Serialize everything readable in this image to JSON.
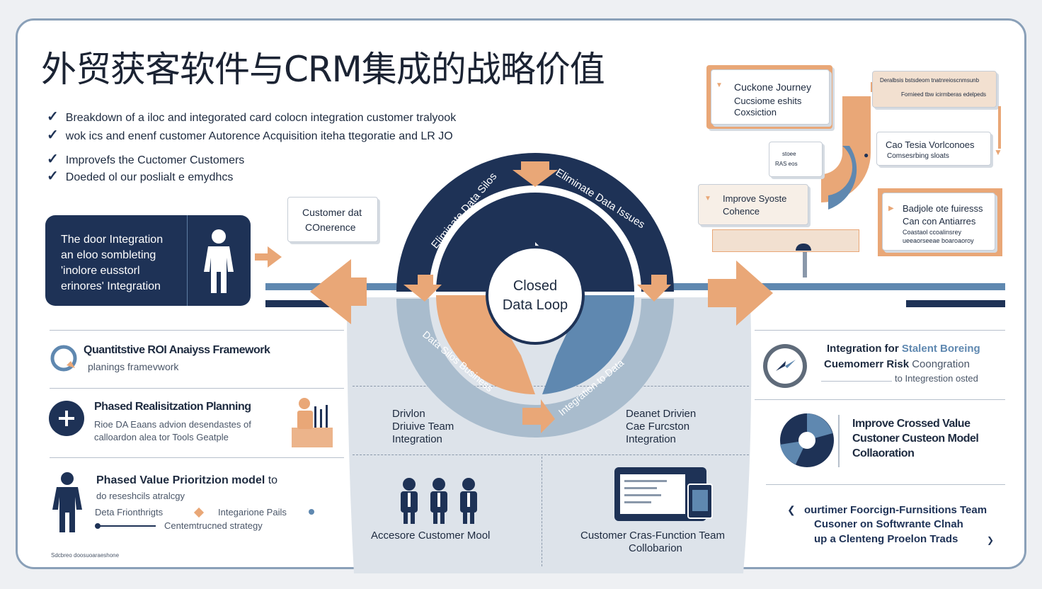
{
  "title": "外贸获客软件与CRM集成的战略价值",
  "checklist": [
    "Breakdown of a iloc and integorated card colocn integration customer tralyook",
    "wok ics and enenf customer Autorence Acquisition iteha ttegoratie and LR JO",
    "Improvefs the Cuctomer Customers",
    "Doeded ol our poslialt e emydhcs"
  ],
  "integration_box": {
    "lines": [
      "The door Integration",
      "an eloo sombleting",
      "'inolore eusstorl",
      "erinores' Integration"
    ]
  },
  "coherence_card": {
    "line1": "Customer dat",
    "line2": "COnerence"
  },
  "loop": {
    "center_line1": "Closed",
    "center_line2": "Data Loop",
    "arc_top_left": "Eliminate Data Silos",
    "arc_top_right": "Eliminate Data Issues",
    "arc_bottom_left": "Data Silos Business",
    "arc_bottom_right": "Integration to Data"
  },
  "under_loop": {
    "left_lines": [
      "Drivlon",
      "Driuive Team",
      "Integration"
    ],
    "right_lines": [
      "Deanet Drivien",
      "Cae Furcston",
      "Integration"
    ],
    "bottom_left_caption": "Accesore Customer Mool",
    "bottom_right_caption_1": "Customer Cras-Function Team",
    "bottom_right_caption_2": "Collobarion"
  },
  "left_items": [
    {
      "title": "Quantitstive ROI Anaiyss Framework",
      "sub": "planings framevwork"
    },
    {
      "title": "Phased Realisitzation Planning",
      "sub1": "Rioe DA Eaans advion desendastes of",
      "sub2": "calloardon alea tor Tools Geatple"
    },
    {
      "title": "Phased Value Prioritzion model",
      "title_suffix": "to",
      "sub1": "do reseshcils atralcgy",
      "row_a": "Deta Frionthrigts",
      "row_b": "Integarione Pails",
      "row_c": "Centemtrucned strategy"
    }
  ],
  "footnote": "Sdcbreo doosuoaraeshone",
  "journey_cards": {
    "top_left": [
      "Cuckone Journey",
      "Cucsiome eshits",
      "Coxsiction"
    ],
    "top_right_1": "Deralbsis bstsdeom tnatnreioscnmsunb",
    "top_right_2": "Fornieed tbw icirmberas edelpeds",
    "mid_small_1": "stoee",
    "mid_small_2": "RAS eos",
    "mid_right_1": "Cao Tesia Vorlconoes",
    "mid_right_2": "Comsesrbing sloats",
    "improve": [
      "Improve Syoste",
      "Cohence"
    ],
    "bottom_right": [
      "Badjole ote fuiresss",
      "Can con Antiarres",
      "Coastaol ccoalinsrey",
      "ueeaorseeae boaroaoroy"
    ]
  },
  "right_items": [
    {
      "line1a": "Integration for",
      "line1b": "Stalent Boreing",
      "line2a": "Cuemomerr Risk",
      "line2b": "Coongration",
      "line3": "to Integrestion osted"
    },
    {
      "line1": "Improve Crossed Value",
      "line2": "Custoner Custeon Model",
      "line3": "Collaoration"
    },
    {
      "line1": "ourtimer Foorcign-Furnsitions Team",
      "line2": "Cusoner on Softwrante Clnah",
      "line3": "up a Clenteng Proelon Trads"
    }
  ],
  "colors": {
    "navy": "#1e3256",
    "orange": "#e9a777",
    "steel": "#5f88b0",
    "light": "#c9d3de"
  },
  "icons": [
    "check-icon",
    "person-icon",
    "plus-icon",
    "clock-icon",
    "pie-icon",
    "team-icon",
    "laptop-icon",
    "gauge-icon"
  ]
}
